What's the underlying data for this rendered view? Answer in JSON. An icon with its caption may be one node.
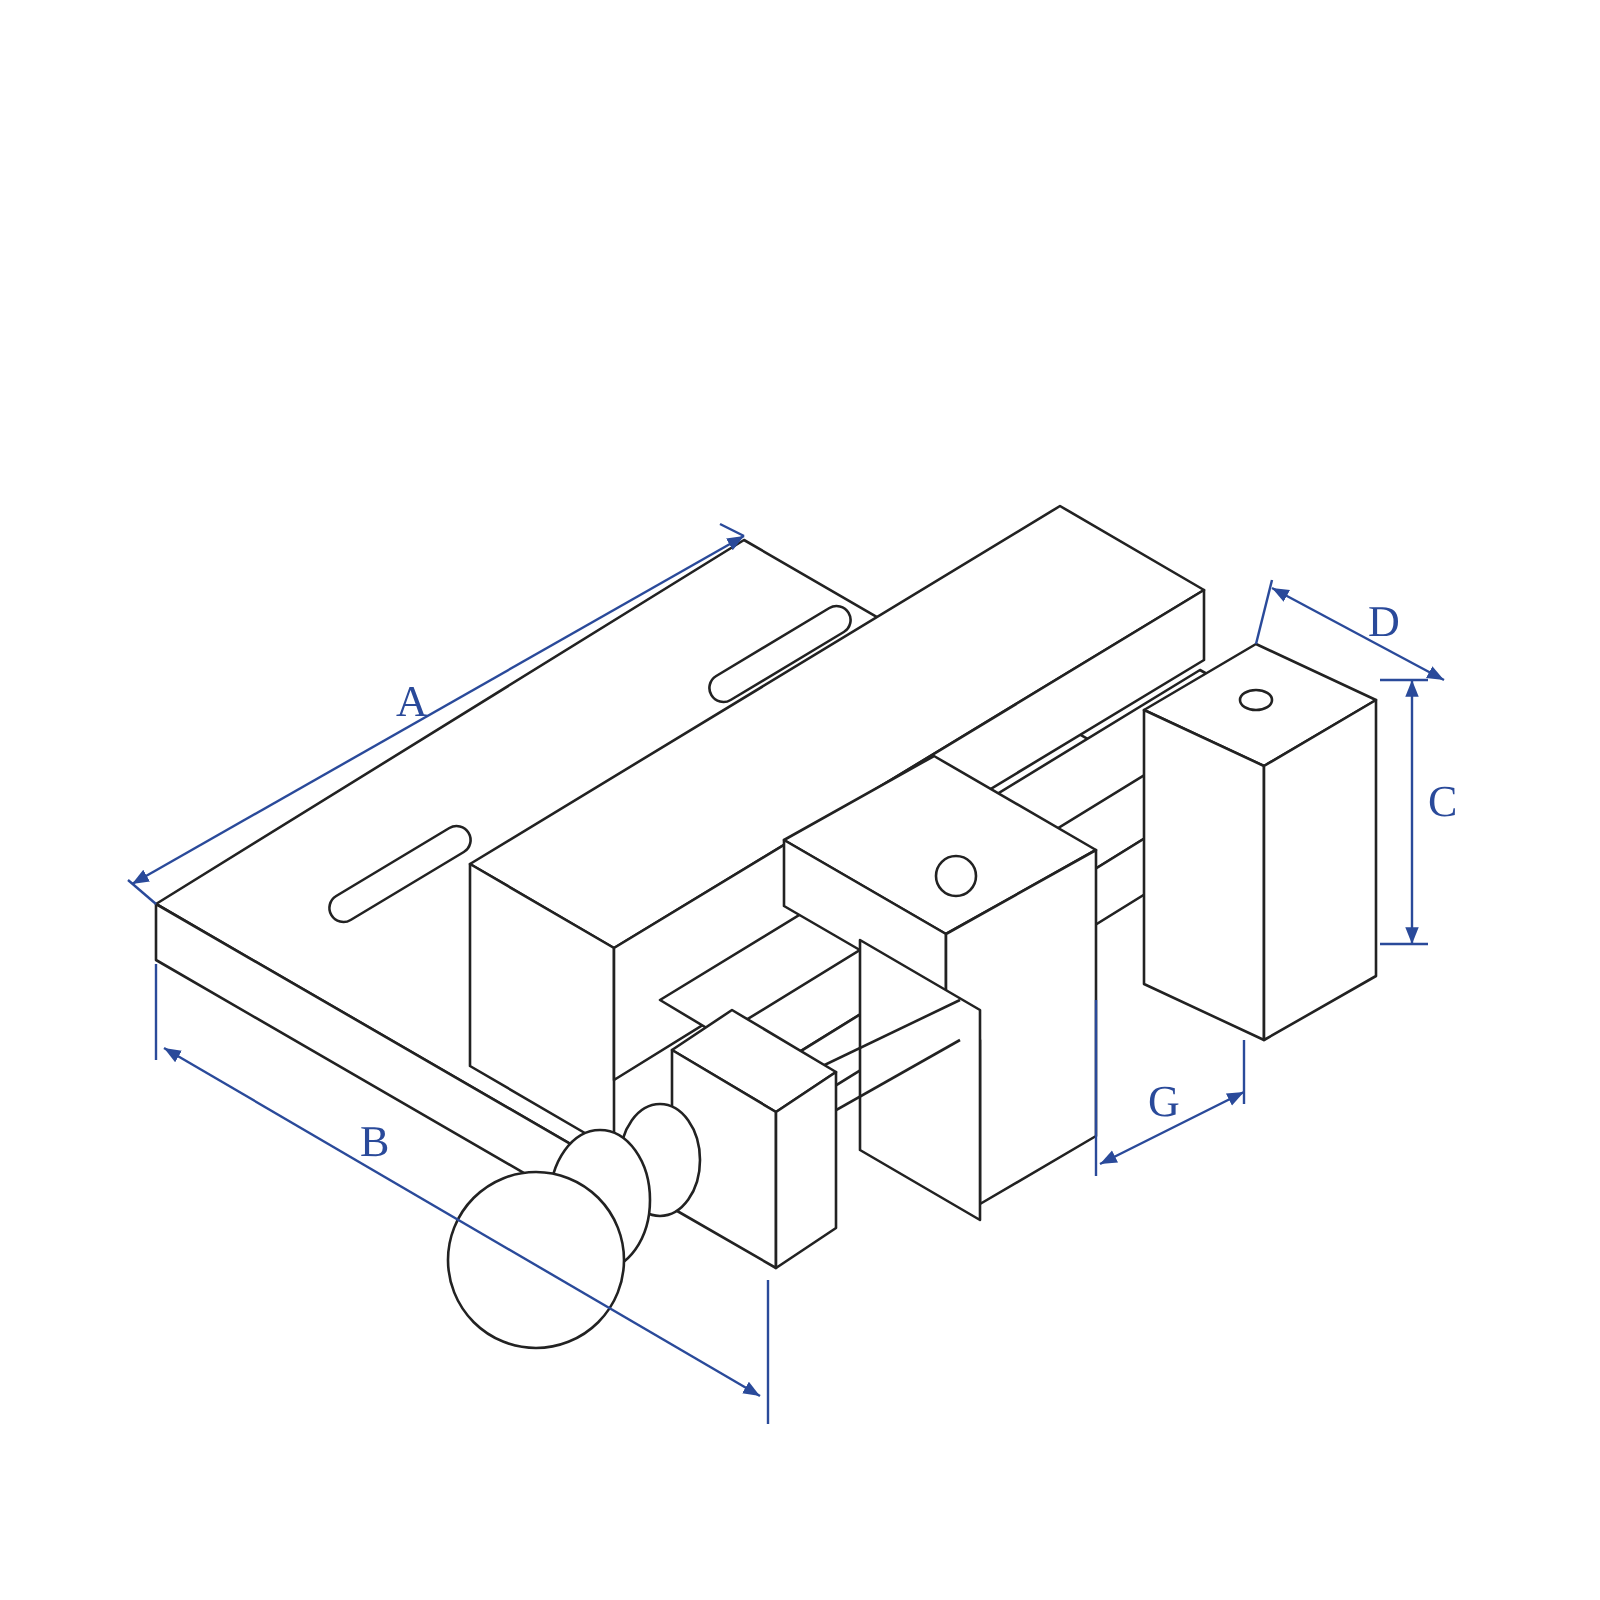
{
  "diagram": {
    "labels": [
      "D",
      "A",
      "C",
      "G",
      "B"
    ]
  }
}
